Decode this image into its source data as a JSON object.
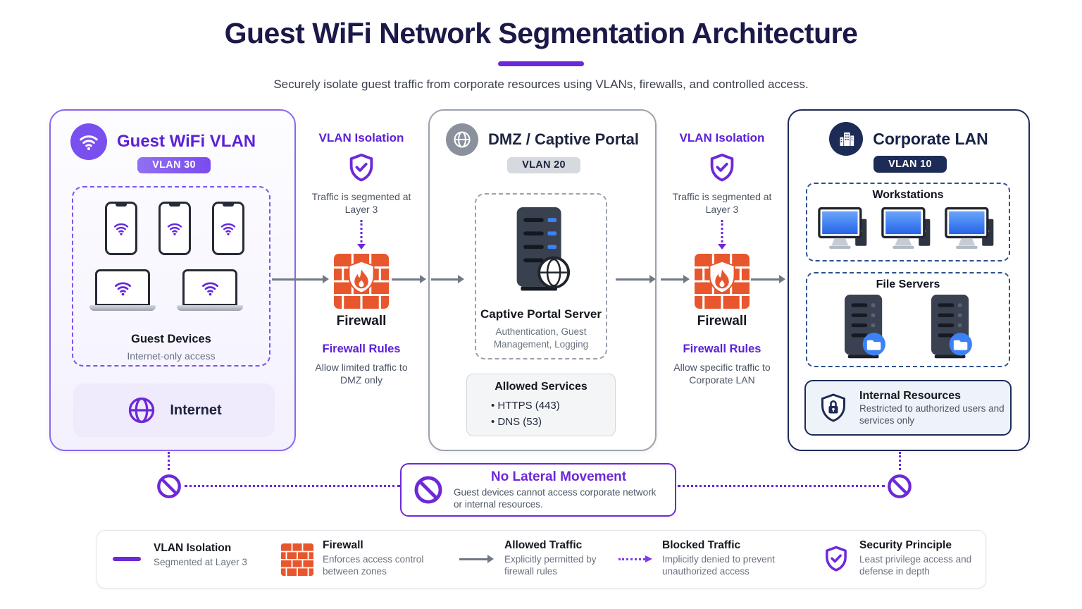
{
  "header": {
    "title": "Guest WiFi Network Segmentation Architecture",
    "subtitle": "Securely isolate guest traffic from corporate resources using VLANs, firewalls, and controlled access."
  },
  "panels": {
    "guest": {
      "title": "Guest WiFi VLAN",
      "vlan": "VLAN 30",
      "devices_title": "Guest Devices",
      "devices_sub": "Internet-only access",
      "internet": "Internet"
    },
    "dmz": {
      "title": "DMZ / Captive Portal",
      "vlan": "VLAN 20",
      "server_title": "Captive Portal Server",
      "server_sub": "Authentication, Guest Management, Logging",
      "services_title": "Allowed Services",
      "services": [
        "HTTPS (443)",
        "DNS (53)"
      ]
    },
    "corporate": {
      "title": "Corporate LAN",
      "vlan": "VLAN 10",
      "workstations": "Workstations",
      "file_servers": "File Servers",
      "internal_title": "Internal Resources",
      "internal_desc": "Restricted to authorized users and services only"
    }
  },
  "links": [
    {
      "title": "VLAN Isolation",
      "segmented": "Traffic is segmented at Layer 3",
      "firewall": "Firewall",
      "rules_title": "Firewall Rules",
      "rules_desc": "Allow limited traffic to DMZ only"
    },
    {
      "title": "VLAN Isolation",
      "segmented": "Traffic is segmented at Layer 3",
      "firewall": "Firewall",
      "rules_title": "Firewall Rules",
      "rules_desc": "Allow specific traffic to Corporate LAN"
    }
  ],
  "no_lateral": {
    "title": "No Lateral Movement",
    "desc": "Guest devices cannot access corporate network or internal resources."
  },
  "legend": {
    "items": [
      {
        "label": "VLAN Isolation",
        "desc": "Segmented at Layer 3"
      },
      {
        "label": "Firewall",
        "desc": "Enforces access control between zones"
      },
      {
        "label": "Allowed Traffic",
        "desc": "Explicitly permitted by firewall rules"
      },
      {
        "label": "Blocked Traffic",
        "desc": "Implicitly denied to prevent unauthorized access"
      },
      {
        "label": "Security Principle",
        "desc": "Least privilege access and defense in depth"
      }
    ]
  },
  "icons": [
    "wifi-icon",
    "globe-icon",
    "building-icon",
    "shield-check-icon",
    "firewall-brick-icon",
    "phone-icon",
    "laptop-icon",
    "server-icon",
    "workstation-icon",
    "file-server-icon",
    "shield-lock-icon",
    "prohibition-icon",
    "arrow-icon"
  ],
  "colors": {
    "accent_purple": "#6d28d9",
    "navy": "#1d2b57",
    "firewall_orange": "#e8562d",
    "title_ink": "#1b1947",
    "muted_gray": "#6b7280",
    "device_blue": "#3c82f6"
  }
}
